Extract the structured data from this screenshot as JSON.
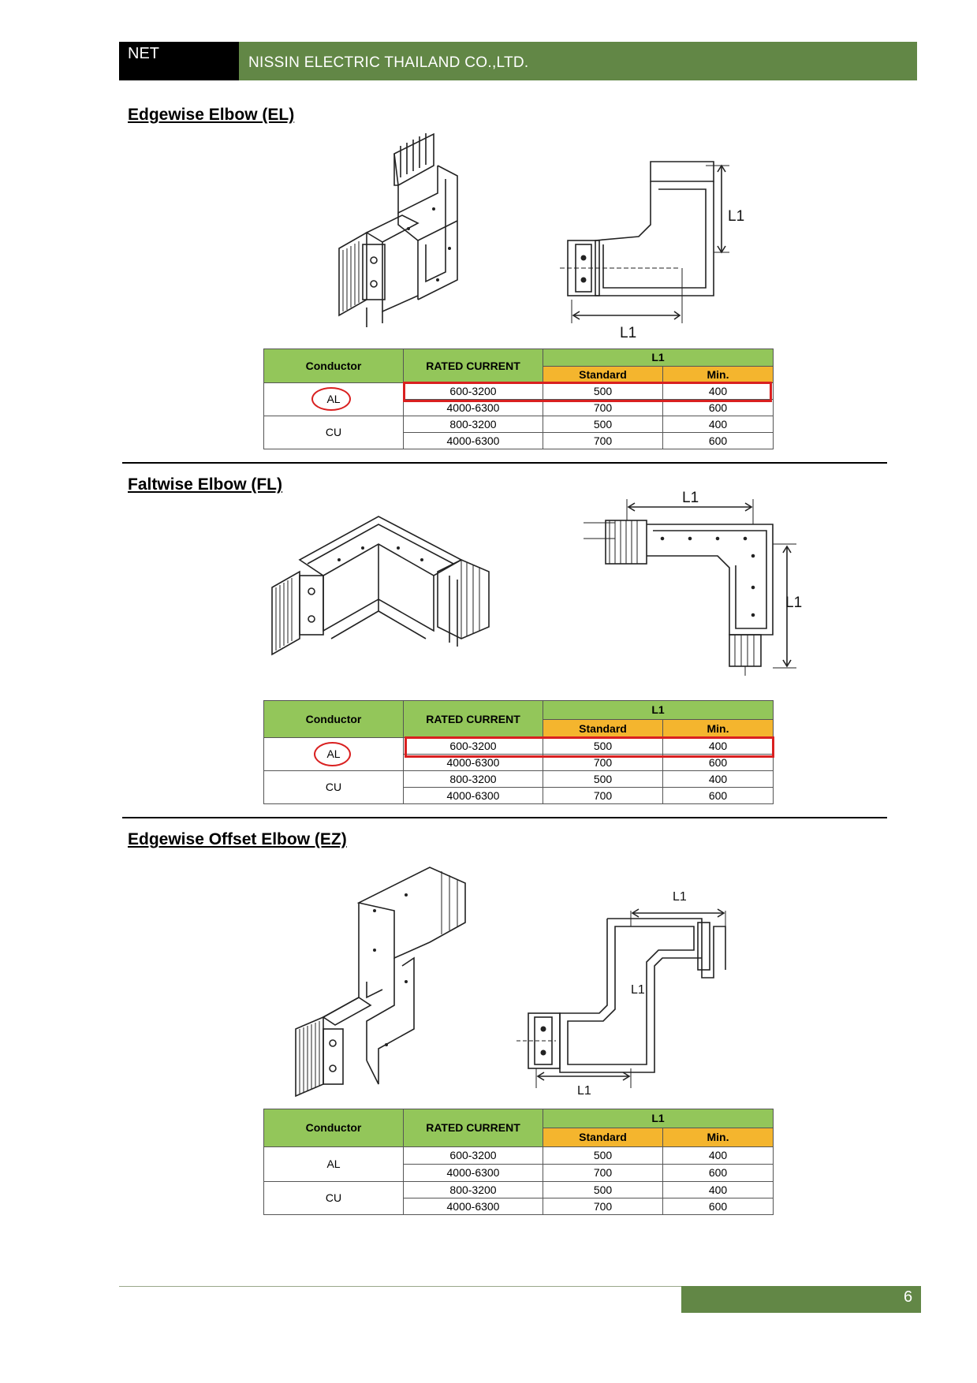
{
  "header": {
    "short": "NET",
    "company": "NISSIN ELECTRIC THAILAND CO.,LTD."
  },
  "sections": [
    {
      "title": "Edgewise Elbow (EL)",
      "dim_label": "L1"
    },
    {
      "title": "Faltwise Elbow (FL)",
      "dim_label": "L1"
    },
    {
      "title": "Edgewise Offset Elbow (EZ)",
      "dim_label": "L1"
    }
  ],
  "table": {
    "h_conductor": "Conductor",
    "h_rated": "RATED CURRENT",
    "h_l1": "L1",
    "h_standard": "Standard",
    "h_min": "Min.",
    "rows": [
      {
        "conductor": "AL",
        "current": "600-3200",
        "standard": "500",
        "min": "400"
      },
      {
        "current": "4000-6300",
        "standard": "700",
        "min": "600"
      },
      {
        "conductor": "CU",
        "current": "800-3200",
        "standard": "500",
        "min": "400"
      },
      {
        "current": "4000-6300",
        "standard": "700",
        "min": "600"
      }
    ]
  },
  "footer": {
    "page": "6"
  }
}
